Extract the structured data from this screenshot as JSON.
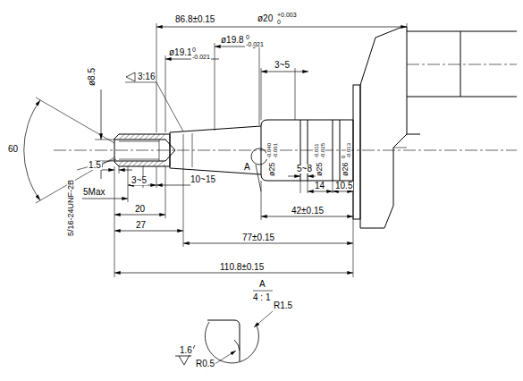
{
  "diagram": {
    "labels": [
      "86.8±0.15",
      "ø20",
      "+0.003",
      "0",
      "ø19.8",
      "0",
      "-0.021",
      "ø19.1",
      "0",
      "-0.021",
      "3~5",
      "ø8.5",
      "3:16",
      "60",
      "ø25",
      "-0.040",
      "-0.061",
      "ø25",
      "-0.011",
      "-0.025",
      "ø26",
      "0",
      "-0.013",
      "A",
      "5~8",
      "14",
      "10.5",
      "1.5",
      "3~5",
      "10~15",
      "5Max",
      "20",
      "27",
      "5/16-24UNF-2B",
      "42±0.15",
      "77±0.15",
      "110.8±0.15",
      "A",
      "4 : 1",
      "R1.5",
      "1.6",
      "R0.5"
    ]
  }
}
